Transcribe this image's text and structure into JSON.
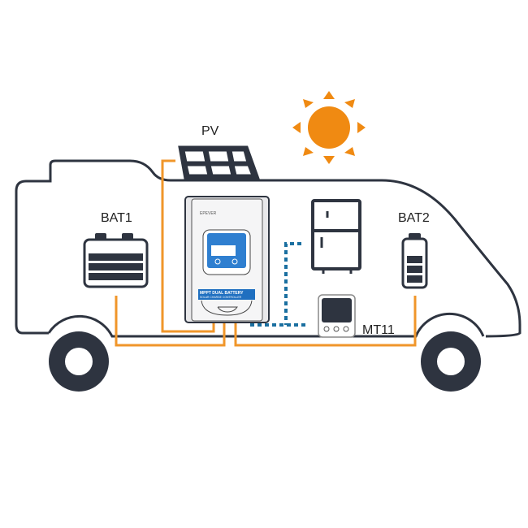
{
  "labels": {
    "pv": "PV",
    "bat1": "BAT1",
    "bat2": "BAT2",
    "mt11": "MT11"
  },
  "controller": {
    "title": "MPPT DUAL BATTERY",
    "subtitle": "SOLAR CHARGE CONTROLLER"
  },
  "colors": {
    "outline": "#2e3440",
    "wire": "#f0962a",
    "comm": "#1a6fa0",
    "sun": "#f08a12",
    "screen": "#2f7fd0"
  }
}
